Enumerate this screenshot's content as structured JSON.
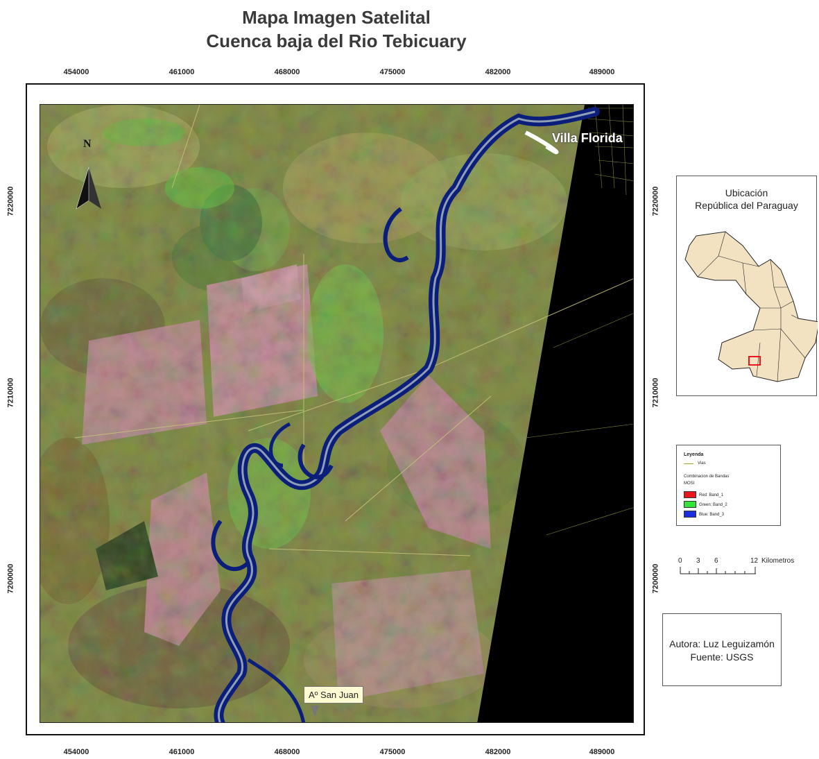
{
  "title": {
    "line1": "Mapa Imagen Satelital",
    "line2": "Cuenca baja del Rio Tebicuary"
  },
  "grid": {
    "x_ticks": [
      "454000",
      "461000",
      "468000",
      "475000",
      "482000",
      "489000"
    ],
    "y_ticks": [
      "7220000",
      "7210000",
      "7200000"
    ]
  },
  "map_labels": {
    "city": "Villa Florida",
    "stream": "Aº San Juan",
    "north": "N"
  },
  "location_inset": {
    "title_line1": "Ubicación",
    "title_line2": "República del Paraguay",
    "fill_color": "#f2e2c2",
    "marker_color": "#e8171b"
  },
  "legend": {
    "title": "Leyenda",
    "roads_label": "Vias",
    "bands_title": "Combinacion de Bandas",
    "bands_subtitle": "MOSI",
    "items": [
      {
        "label": "Red:   Band_1",
        "color": "#e8171b"
      },
      {
        "label": "Green: Band_2",
        "color": "#34e43a"
      },
      {
        "label": "Blue:  Band_3",
        "color": "#1c2ee0"
      }
    ]
  },
  "scale_bar": {
    "labels": [
      "0",
      "3",
      "6",
      "12"
    ],
    "unit": "Kilometros"
  },
  "credits": {
    "author": "Autora: Luz Leguizamón",
    "source": "Fuente: USGS"
  }
}
